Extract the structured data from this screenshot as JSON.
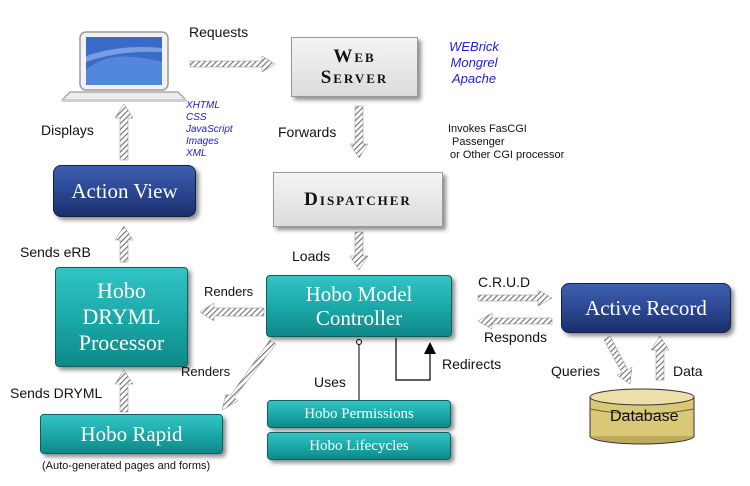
{
  "nodes": {
    "web_server": [
      "Web",
      "Server"
    ],
    "dispatcher": "Dispatcher",
    "action_view": "Action View",
    "dryml": [
      "Hobo",
      "DRYML",
      "Processor"
    ],
    "model_controller": [
      "Hobo Model",
      "Controller"
    ],
    "active_record": "Active Record",
    "hobo_rapid": "Hobo Rapid",
    "permissions": "Hobo Permissions",
    "lifecycles": "Hobo Lifecycles",
    "database": "Database"
  },
  "labels": {
    "requests": "Requests",
    "displays": "Displays",
    "forwards": "Forwards",
    "loads": "Loads",
    "sends_erb": "Sends eRB",
    "renders_left": "Renders",
    "renders_diag": "Renders",
    "crud": "C.R.U.D",
    "responds": "Responds",
    "redirects": "Redirects",
    "uses": "Uses",
    "queries": "Queries",
    "data": "Data",
    "sends_dryml": "Sends DRYML",
    "rapid_note": "(Auto-generated pages and forms)"
  },
  "servers": [
    "WEBrick",
    "Mongrel",
    "Apache"
  ],
  "content_types": [
    "XHTML",
    "CSS",
    "JavaScript",
    "Images",
    "XML"
  ],
  "invokes_note": [
    "Invokes FasCGI",
    "Passenger",
    "or Other CGI processor"
  ],
  "colors": {
    "teal": "#1aa6a6",
    "navy": "#2a4590",
    "grey_box": "#e6e6e6",
    "database_gold": "#d8c878",
    "link_blue": "#2020d0",
    "arrow": "#777777"
  },
  "icons": {
    "laptop": "laptop-icon",
    "database": "database-cylinder-icon"
  }
}
